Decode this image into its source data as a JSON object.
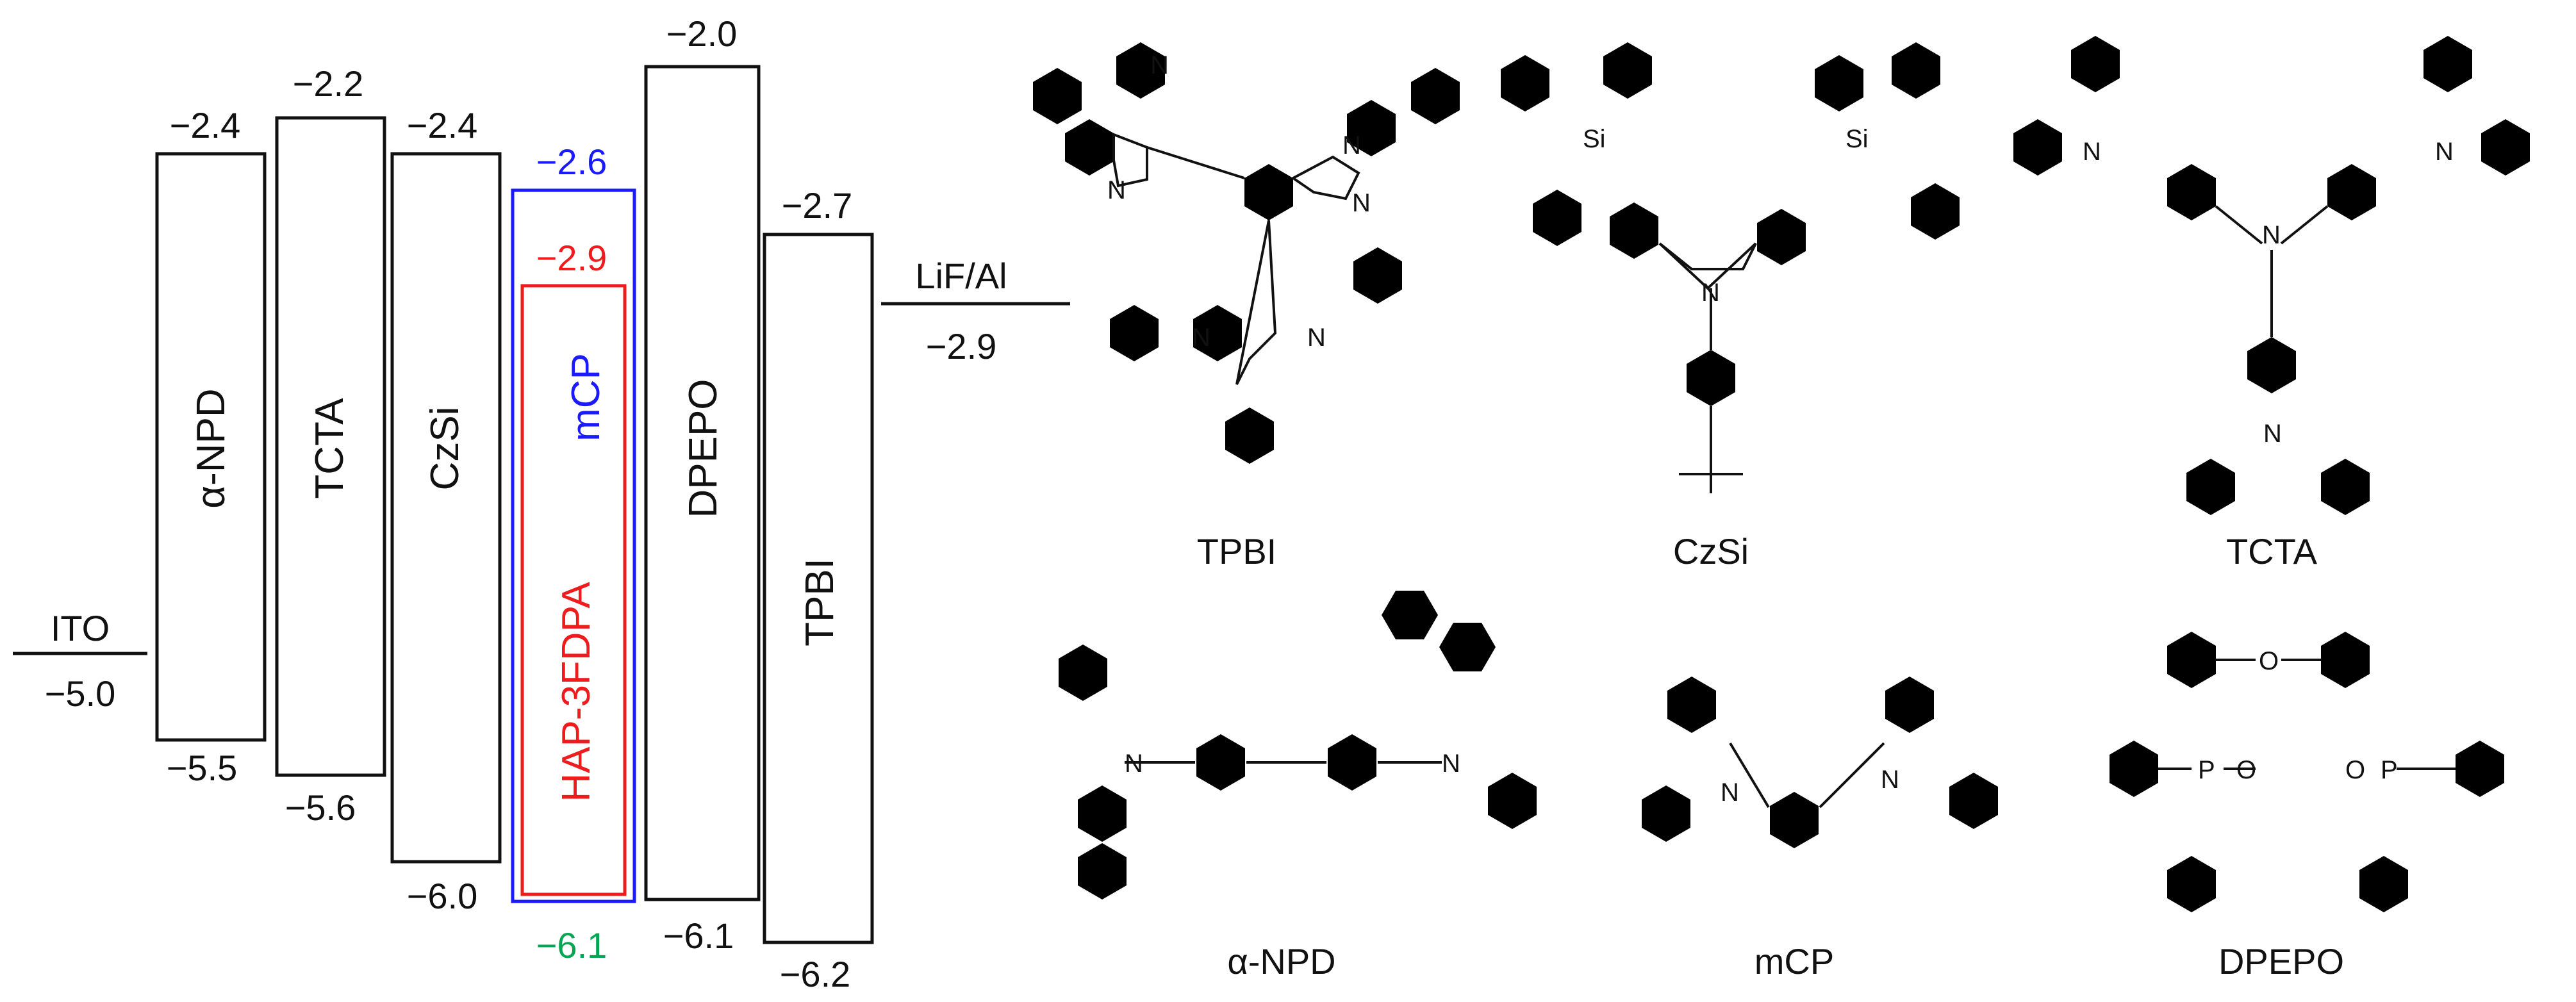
{
  "electrodes": {
    "anode": {
      "name": "ITO",
      "level": "−5.0"
    },
    "cathode": {
      "name": "LiF/Al",
      "level": "−2.9"
    }
  },
  "layers": [
    {
      "name": "α-NPD",
      "lumo": "−2.4",
      "homo": "−5.5"
    },
    {
      "name": "TCTA",
      "lumo": "−2.2",
      "homo": "−5.6"
    },
    {
      "name": "CzSi",
      "lumo": "−2.4",
      "homo": "−6.0"
    },
    {
      "name": "mCP",
      "lumo": "−2.6",
      "homo": "−6.1"
    },
    {
      "name": "HAP-3FDPA",
      "lumo": "−2.9",
      "homo": ""
    },
    {
      "name": "DPEPO",
      "lumo": "−2.0",
      "homo": "−6.1"
    },
    {
      "name": "TPBI",
      "lumo": "−2.7",
      "homo": "−6.2"
    }
  ],
  "molecules": [
    {
      "name": "TPBI"
    },
    {
      "name": "CzSi"
    },
    {
      "name": "TCTA"
    },
    {
      "name": "α-NPD"
    },
    {
      "name": "mCP"
    },
    {
      "name": "DPEPO"
    }
  ],
  "atom_labels": {
    "n": "N",
    "si": "Si",
    "o": "O",
    "p": "P"
  },
  "colors": {
    "default": "#111111",
    "mcp": "#1a1aff",
    "emitter": "#ee1c1c",
    "homo_shared": "#00a651"
  }
}
